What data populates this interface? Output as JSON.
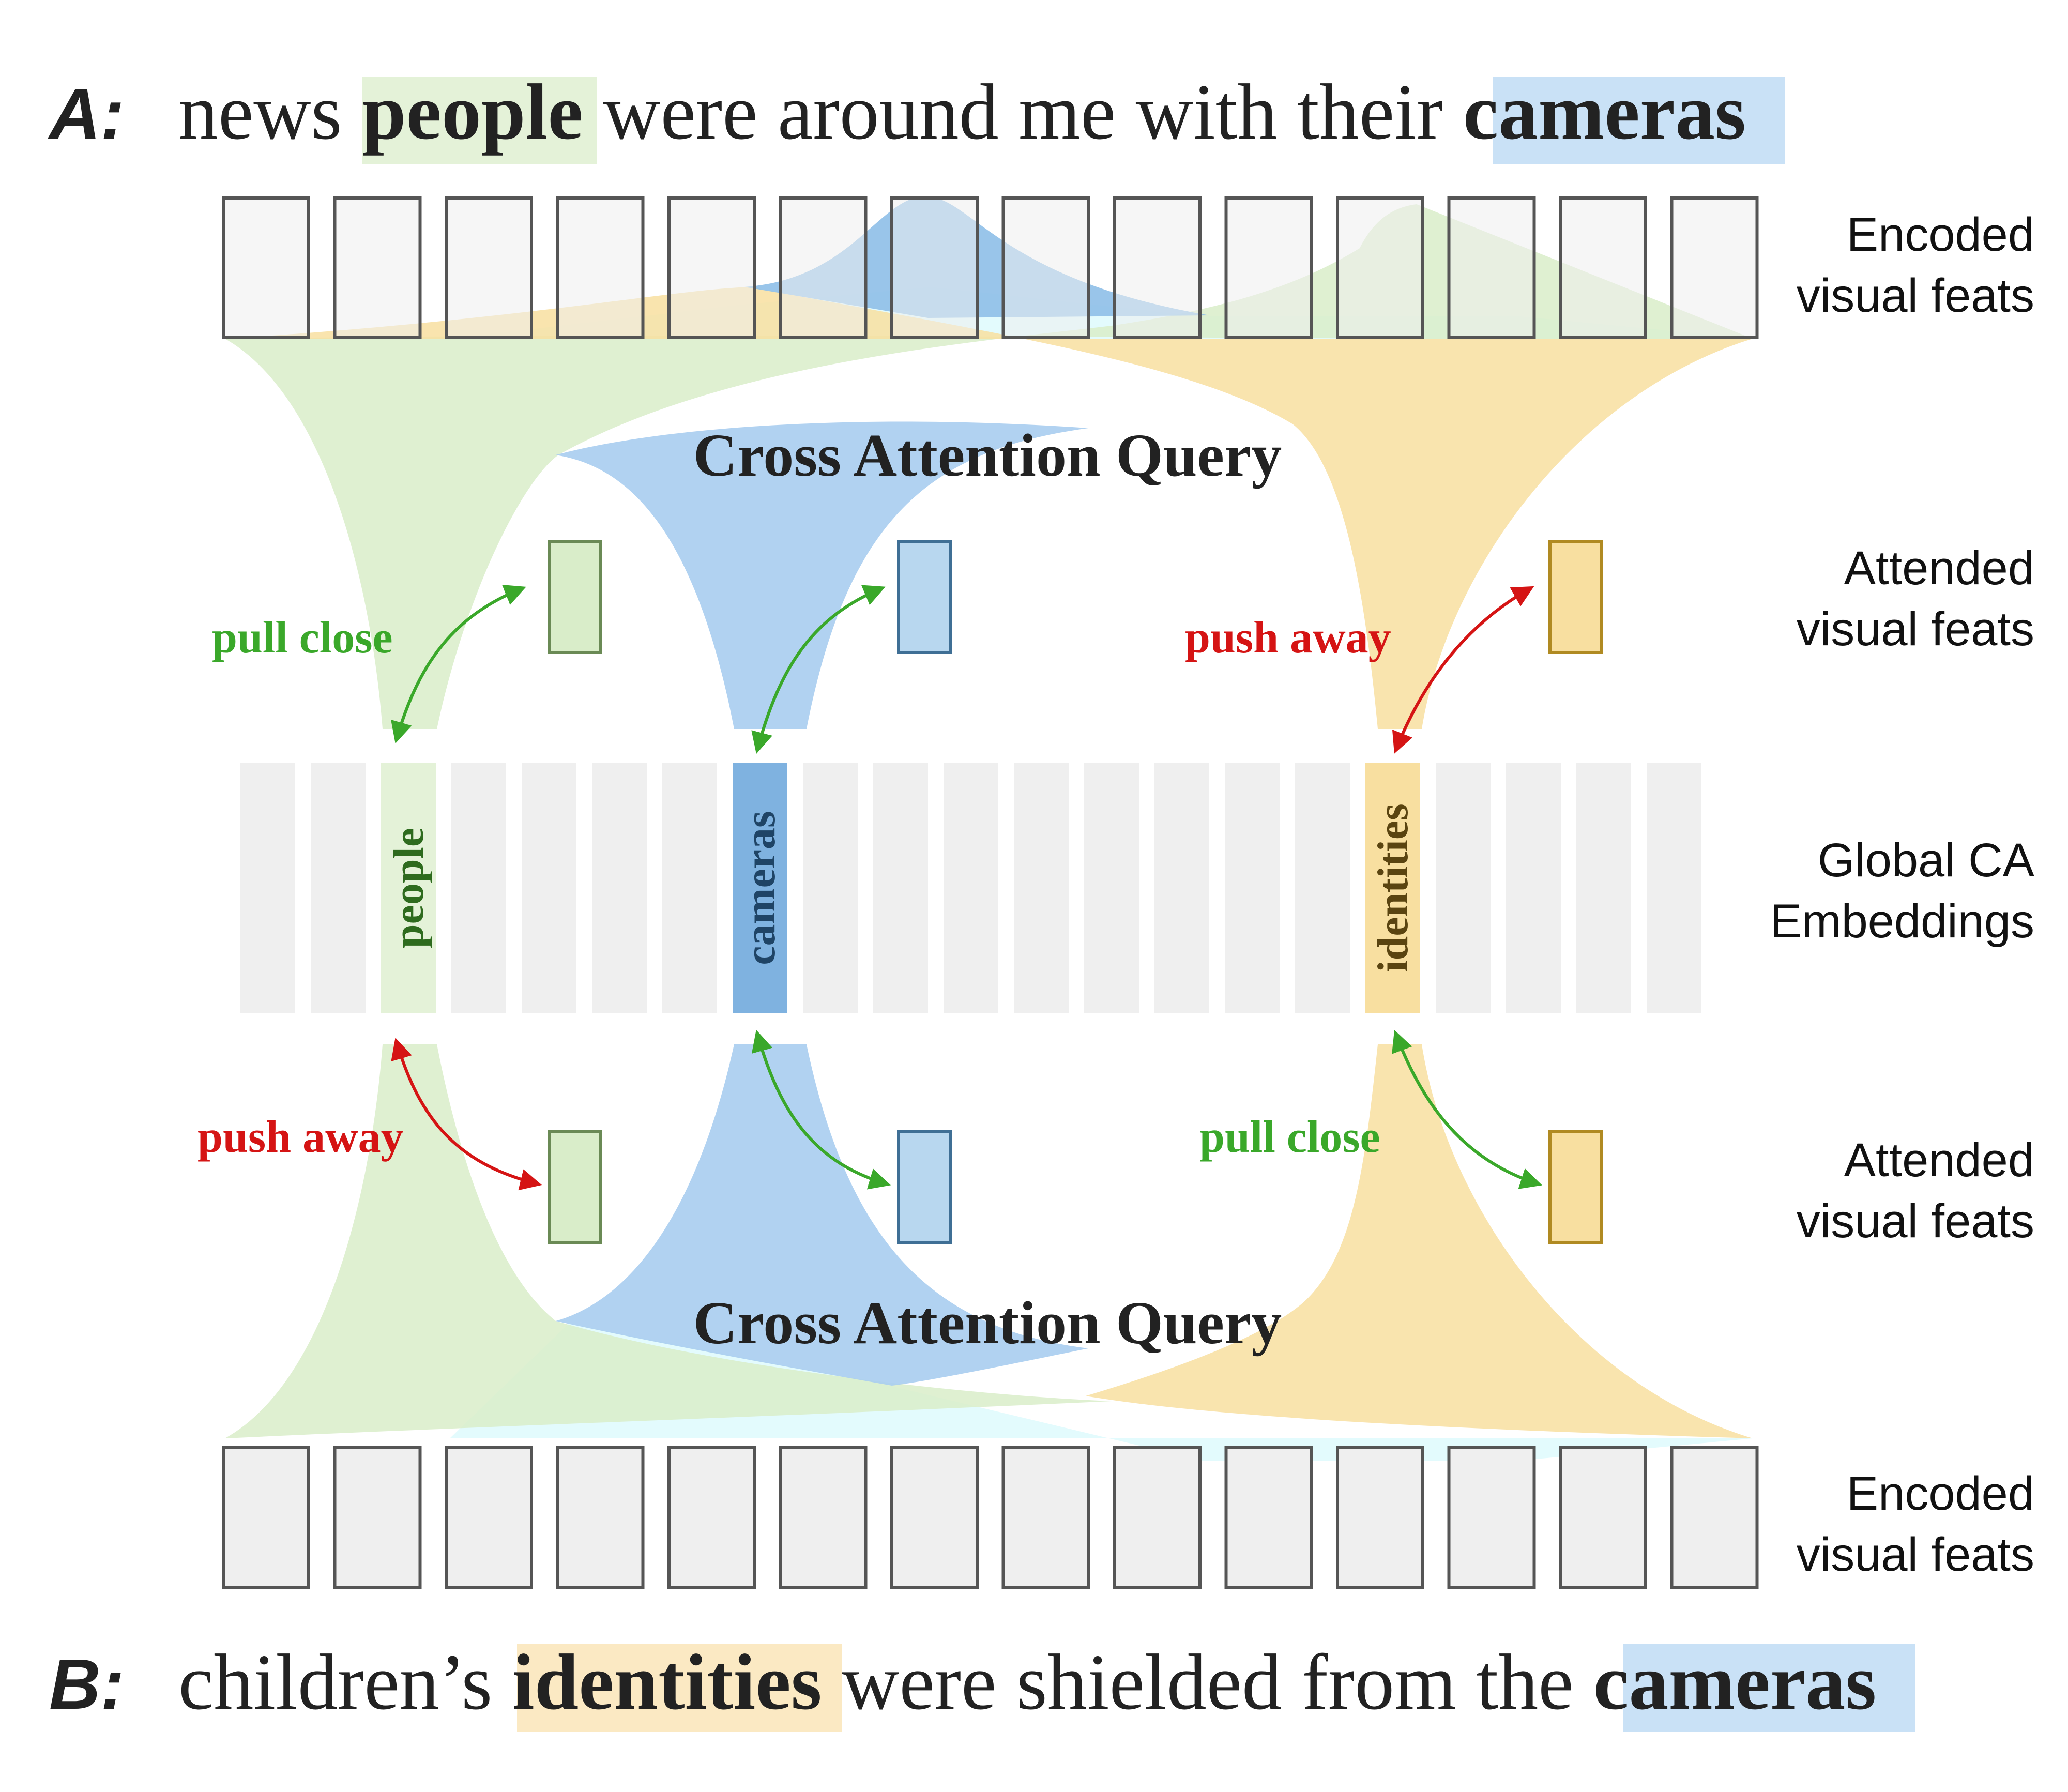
{
  "sentence_a": {
    "label": "A:",
    "segments": [
      {
        "text": "news ",
        "highlight": null
      },
      {
        "text": "people",
        "highlight": "green"
      },
      {
        "text": " were around me with their ",
        "highlight": null
      },
      {
        "text": "cameras",
        "highlight": "blue"
      }
    ]
  },
  "sentence_b": {
    "label": "B:",
    "segments": [
      {
        "text": "children’s ",
        "highlight": null
      },
      {
        "text": "identities",
        "highlight": "yellow"
      },
      {
        "text": " were shielded from the ",
        "highlight": null
      },
      {
        "text": "cameras",
        "highlight": "blue"
      }
    ]
  },
  "side_labels": {
    "encoded_top": [
      "Encoded",
      "visual feats"
    ],
    "attended_top": [
      "Attended",
      "visual feats"
    ],
    "global": [
      "Global CA",
      "Embeddings"
    ],
    "attended_bottom": [
      "Attended",
      "visual feats"
    ],
    "encoded_bottom": [
      "Encoded",
      "visual feats"
    ]
  },
  "cross_attention": {
    "top": "Cross Attention Query",
    "bottom": "Cross Attention Query"
  },
  "relations": {
    "top": [
      {
        "text": "pull close",
        "type": "pull"
      },
      {
        "text": "push away",
        "type": "push"
      }
    ],
    "bottom": [
      {
        "text": "push away",
        "type": "push"
      },
      {
        "text": "pull close",
        "type": "pull"
      }
    ]
  },
  "embeddings": {
    "count": 21,
    "highlighted": [
      {
        "index": 2,
        "word": "people",
        "color": "green"
      },
      {
        "index": 7,
        "word": "cameras",
        "color": "blue"
      },
      {
        "index": 16,
        "word": "identities",
        "color": "yellow"
      }
    ]
  },
  "encoded_feature_count": 14,
  "colors": {
    "green_fill": "#d9edc9",
    "green_stroke": "#6a8a55",
    "green_text": "#2e6b1e",
    "blue_fill": "#b8d7ef",
    "blue_strong": "#7fb2e0",
    "blue_stroke": "#3f6f95",
    "blue_text": "#1f4466",
    "yellow_fill": "#f8dfa0",
    "yellow_stroke": "#b08a22",
    "yellow_text": "#5a4410",
    "cyan_fill": "#e3fbfd",
    "pull_color": "#3aa82a",
    "push_color": "#d51414"
  }
}
